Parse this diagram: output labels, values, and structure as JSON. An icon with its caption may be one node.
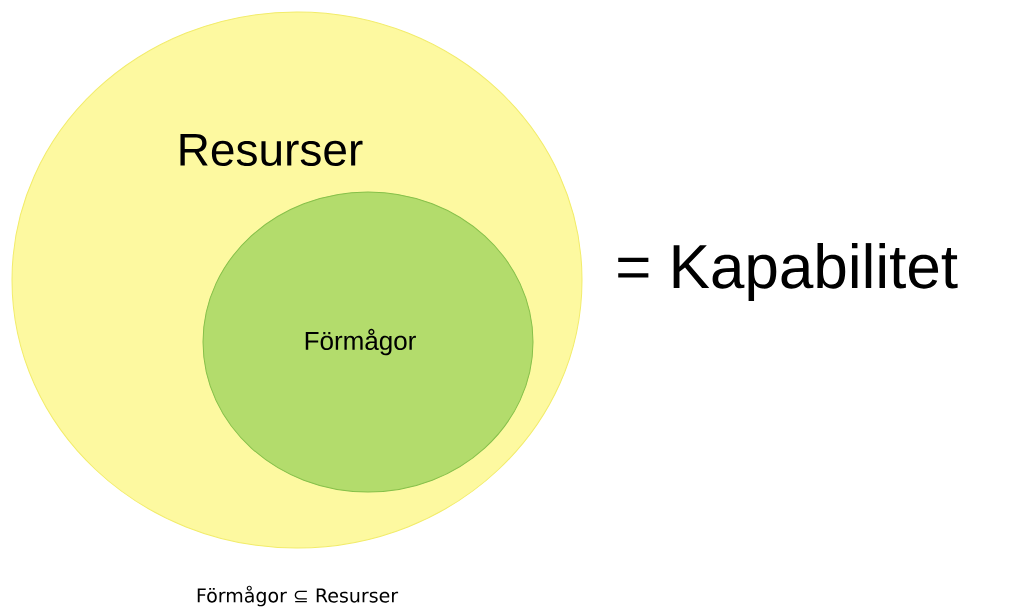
{
  "diagram": {
    "caption": "Förmågor ⊆ Resurser",
    "nodes": [
      {
        "text": [
          "Resurser"
        ]
      },
      {
        "text": [
          "Förmågor"
        ],
        "in": 0
      }
    ],
    "labels": [
      "= Kapabilitet"
    ]
  }
}
